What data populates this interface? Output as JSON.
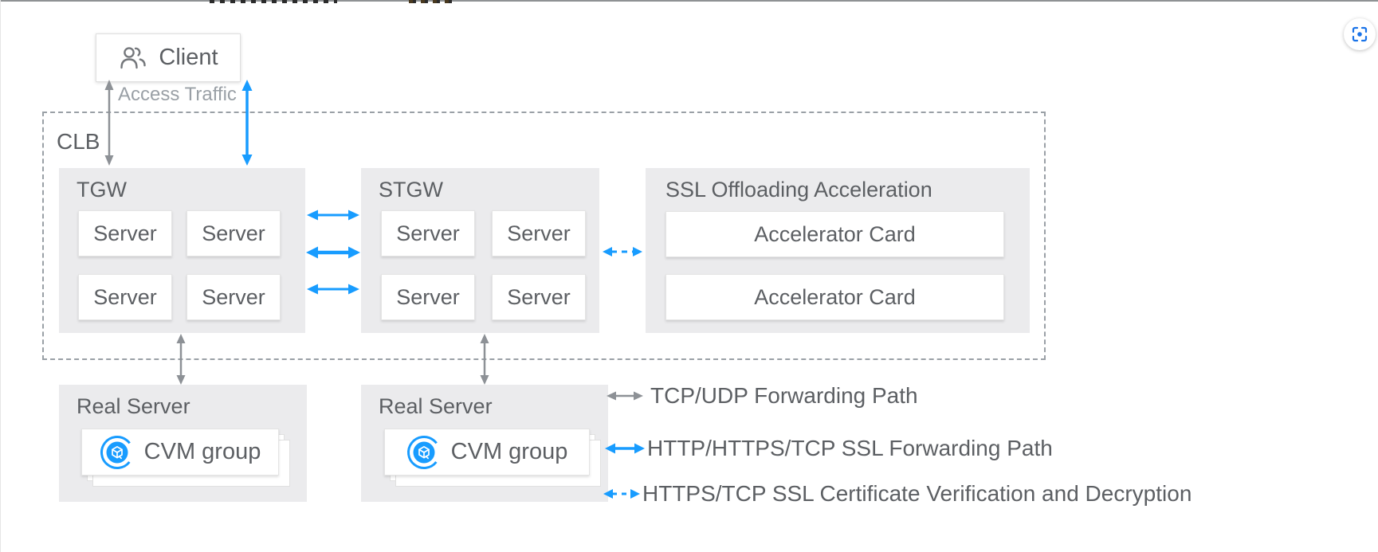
{
  "client": {
    "label": "Client"
  },
  "labels": {
    "access_traffic": "Access Traffic",
    "clb": "CLB"
  },
  "groups": {
    "tgw": {
      "title": "TGW",
      "servers": [
        "Server",
        "Server",
        "Server",
        "Server"
      ]
    },
    "stgw": {
      "title": "STGW",
      "servers": [
        "Server",
        "Server",
        "Server",
        "Server"
      ]
    },
    "ssl": {
      "title": "SSL Offloading Acceleration",
      "cards": [
        "Accelerator Card",
        "Accelerator Card"
      ]
    },
    "real_server_1": {
      "title": "Real Server",
      "card": "CVM group"
    },
    "real_server_2": {
      "title": "Real Server",
      "card": "CVM group"
    }
  },
  "legend": [
    {
      "style": "solid-gray",
      "label": "TCP/UDP Forwarding Path"
    },
    {
      "style": "solid-blue",
      "label": "HTTP/HTTPS/TCP SSL Forwarding Path"
    },
    {
      "style": "dashed-blue",
      "label": "HTTPS/TCP SSL Certificate Verification and Decryption"
    }
  ],
  "colors": {
    "blue": "#189cff",
    "gray_arrow": "#8d9196",
    "text": "#5c5f63",
    "muted": "#9aa0a6",
    "box_bg": "#ebebed",
    "capture_blue": "#1a73e8"
  }
}
